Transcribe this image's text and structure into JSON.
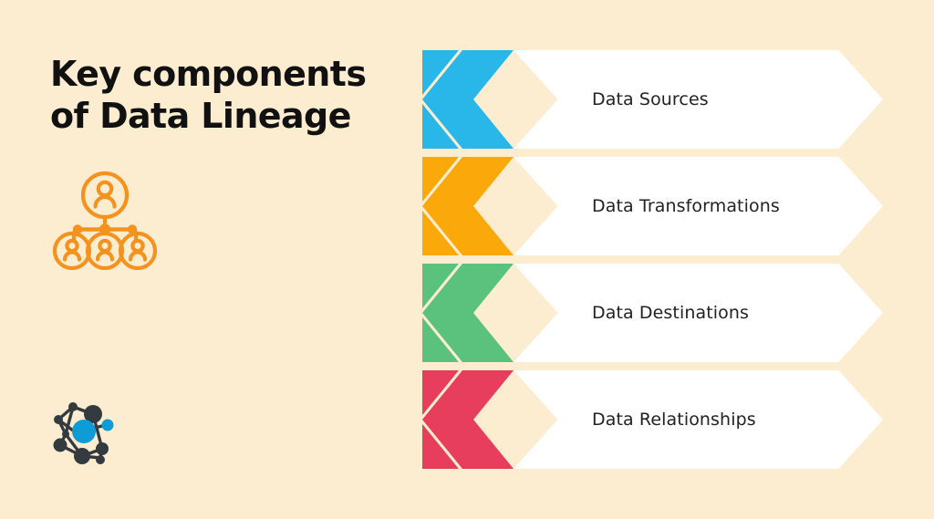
{
  "background_color": "#FDEDD0",
  "title": {
    "line1": "Key components",
    "line2": "of Data Lineage",
    "color": "#111111"
  },
  "icons": [
    {
      "name": "org-chart-icon",
      "description": "hierarchy of one person above three people",
      "color": "#F5921E"
    },
    {
      "name": "network-nodes-icon",
      "description": "connected node graph with highlighted center node",
      "color": "#333B41",
      "accent_color": "#0E9CD6"
    }
  ],
  "rows": [
    {
      "label": "Data Sources",
      "color": "#29B6E8",
      "index": 1
    },
    {
      "label": "Data Transformations",
      "color": "#FAA80A",
      "index": 2
    },
    {
      "label": "Data Destinations",
      "color": "#5BC27E",
      "index": 3
    },
    {
      "label": "Data Relationships",
      "color": "#E63E5C",
      "index": 4
    }
  ]
}
